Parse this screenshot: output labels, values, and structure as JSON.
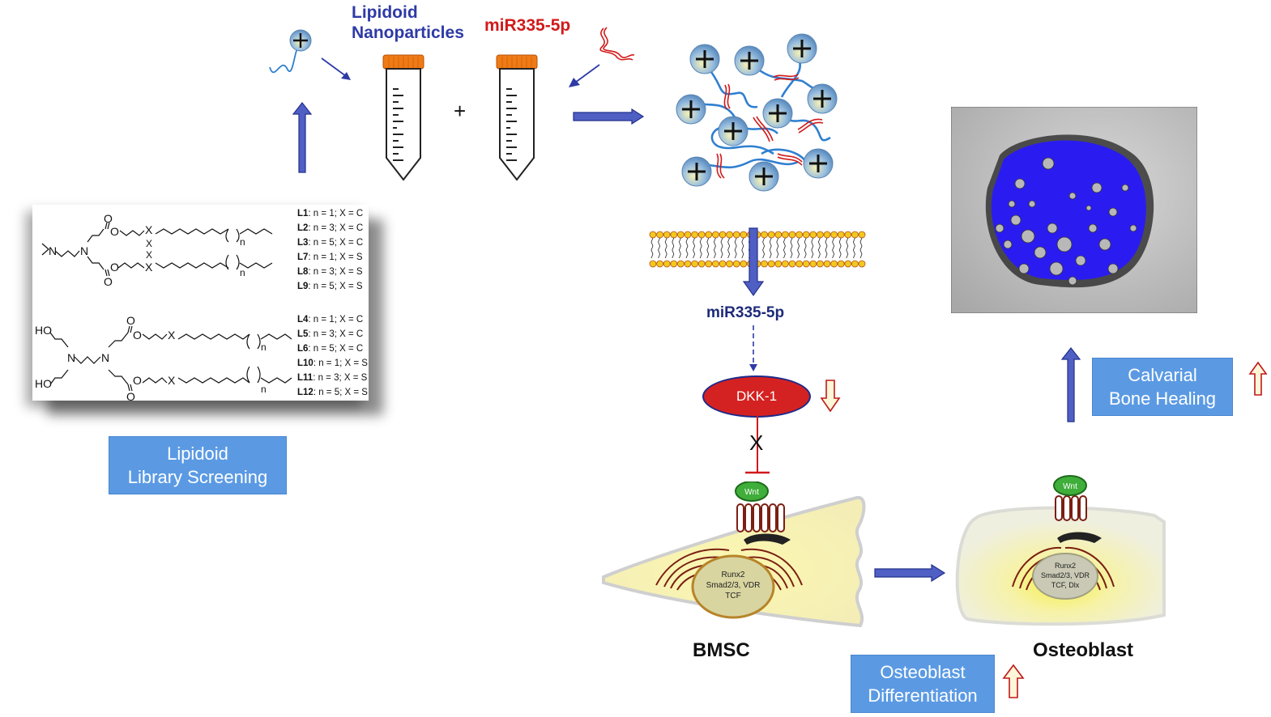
{
  "top": {
    "lnp_title_line1": "Lipidoid",
    "lnp_title_line2": "Nanoparticles",
    "mirna_title": "miR335-5p",
    "plus": "+"
  },
  "library": {
    "box_line1": "Lipidoid",
    "box_line2": "Library Screening",
    "group1": [
      {
        "id": "L1",
        "desc": ": n = 1; X = C"
      },
      {
        "id": "L2",
        "desc": ": n = 3; X = C"
      },
      {
        "id": "L3",
        "desc": ": n = 5; X = C"
      },
      {
        "id": "L7",
        "desc": ": n = 1; X = S"
      },
      {
        "id": "L8",
        "desc": ": n = 3; X = S"
      },
      {
        "id": "L9",
        "desc": ": n = 5; X = S"
      }
    ],
    "group2": [
      {
        "id": "L4",
        "desc": ": n = 1; X = C"
      },
      {
        "id": "L5",
        "desc": ": n = 3; X = C"
      },
      {
        "id": "L6",
        "desc": ": n = 5; X = C"
      },
      {
        "id": "L10",
        "desc": ": n = 1; X = S"
      },
      {
        "id": "L11",
        "desc": ": n = 3; X = S"
      },
      {
        "id": "L12",
        "desc": ": n = 5; X = S"
      }
    ],
    "structure_labels": {
      "N": "N",
      "O": "O",
      "X": "X",
      "n": "n",
      "HO": "HO"
    }
  },
  "pathway": {
    "mirna_label": "miR335-5p",
    "target": "DKK-1",
    "target_regulation": "down",
    "block_mark": "X"
  },
  "cells": {
    "bmsc_label": "BMSC",
    "bmsc_ligand": "Wnt",
    "bmsc_nucleus": [
      "Runx2",
      "Smad2/3, VDR",
      "TCF"
    ],
    "osteoblast_label": "Osteoblast",
    "osteoblast_ligand": "Wnt",
    "osteoblast_nucleus": [
      "Runx2",
      "Smad2/3, VDR",
      "TCF, Dlx"
    ]
  },
  "outcomes": {
    "differentiation_line1": "Osteoblast",
    "differentiation_line2": "Differentiation",
    "differentiation_regulation": "up",
    "healing_line1": "Calvarial",
    "healing_line2": "Bone Healing",
    "healing_regulation": "up"
  },
  "colors": {
    "arrow_blue": "#4f5fc4",
    "arrow_outline": "#23308a",
    "box_blue": "#5b9ae3",
    "mirna_red": "#d11a1a",
    "dkk_red": "#d42222",
    "wnt_green": "#3fae3a",
    "bone_blue": "#2a1cf0"
  }
}
